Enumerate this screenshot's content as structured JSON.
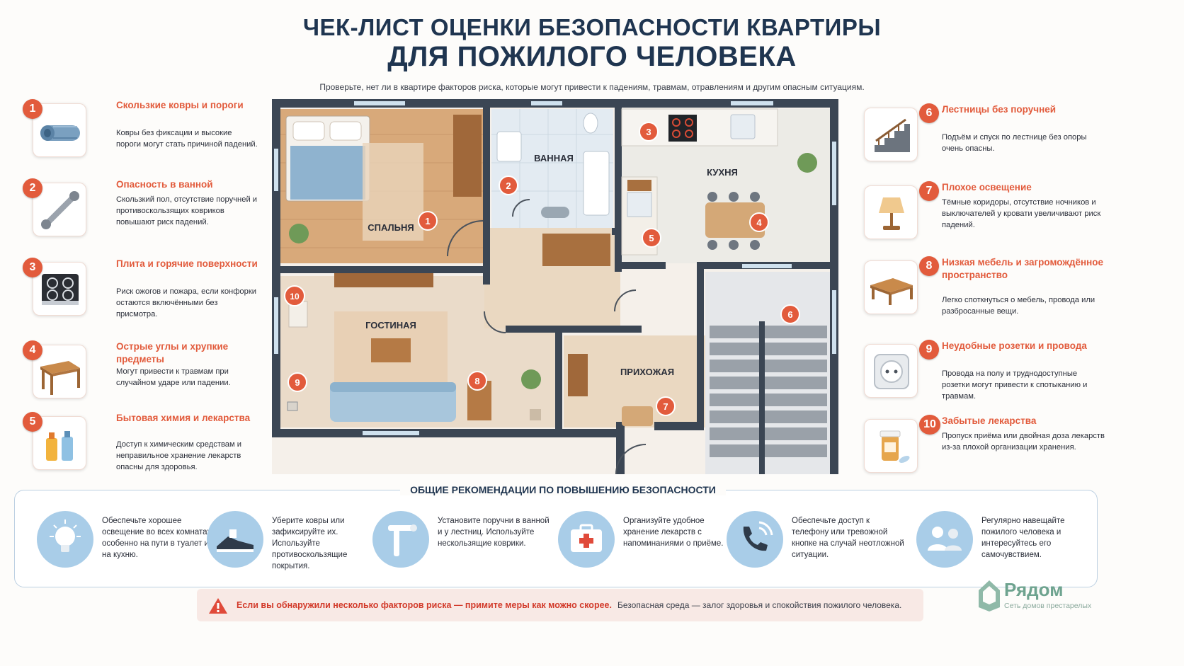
{
  "header": {
    "title_line1": "ЧЕК-ЛИСТ ОЦЕНКИ БЕЗОПАСНОСТИ КВАРТИРЫ",
    "title_line2": "ДЛЯ ПОЖИЛОГО ЧЕЛОВЕКА",
    "subtitle": "Проверьте, нет ли в квартире факторов риска, которые могут привести к падениям, травмам, отравлениям и другим опасным ситуациям."
  },
  "risks": [
    {
      "num": "1",
      "title": "Скользкие ковры и пороги",
      "desc": "Ковры без фиксации и высокие пороги могут стать причиной падений.",
      "icon": "rolled-rug-icon"
    },
    {
      "num": "2",
      "title": "Опасность в ванной",
      "desc": "Скользкий пол, отсутствие поручней и противоскользящих ковриков повышают риск падений.",
      "icon": "grab-bar-icon"
    },
    {
      "num": "3",
      "title": "Плита и горячие поверхности",
      "desc": "Риск ожогов и пожара, если конфорки остаются включёнными без присмотра.",
      "icon": "stove-icon"
    },
    {
      "num": "4",
      "title": "Острые углы и хрупкие предметы",
      "desc": "Могут привести к травмам при случайном ударе или падении.",
      "icon": "table-icon"
    },
    {
      "num": "5",
      "title": "Бытовая химия и лекарства",
      "desc": "Доступ к химическим средствам и неправильное хранение лекарств опасны для здоровья.",
      "icon": "chemicals-icon"
    },
    {
      "num": "6",
      "title": "Лестницы без поручней",
      "desc": "Подъём и спуск по лестнице без опоры очень опасны.",
      "icon": "stairs-icon"
    },
    {
      "num": "7",
      "title": "Плохое освещение",
      "desc": "Тёмные коридоры, отсутствие ночников и выключателей у кровати увеличивают риск падений.",
      "icon": "lamp-icon"
    },
    {
      "num": "8",
      "title": "Низкая мебель и загромождённое пространство",
      "desc": "Легко споткнуться о мебель, провода или разбросанные вещи.",
      "icon": "low-table-icon"
    },
    {
      "num": "9",
      "title": "Неудобные розетки и провода",
      "desc": "Провода на полу и труднодоступные розетки могут привести к спотыканию и травмам.",
      "icon": "socket-icon"
    },
    {
      "num": "10",
      "title": "Забытые лекарства",
      "desc": "Пропуск приёма или двойная доза лекарств из-за плохой организации хранения.",
      "icon": "pill-bottle-icon"
    }
  ],
  "plan": {
    "rooms": {
      "bedroom": "СПАЛЬНЯ",
      "bathroom": "ВАННАЯ",
      "kitchen": "КУХНЯ",
      "living": "ГОСТИНАЯ",
      "hall": "ПРИХОЖАЯ"
    },
    "markers": [
      "1",
      "2",
      "3",
      "4",
      "5",
      "6",
      "7",
      "8",
      "9",
      "10"
    ]
  },
  "recommendations": {
    "title": "ОБЩИЕ РЕКОМЕНДАЦИИ ПО ПОВЫШЕНИЮ БЕЗОПАСНОСТИ",
    "items": [
      {
        "text": "Обеспечьте хорошее освещение во всех комнатах, особенно на пути в туалет и на кухню.",
        "icon": "lightbulb-icon"
      },
      {
        "text": "Уберите ковры или зафиксируйте их. Используйте противоскользящие покрытия.",
        "icon": "shoe-icon"
      },
      {
        "text": "Установите поручни в ванной и у лестниц. Используйте нескользящие коврики.",
        "icon": "handrail-icon"
      },
      {
        "text": "Организуйте удобное хранение лекарств с напоминаниями о приёме.",
        "icon": "first-aid-icon"
      },
      {
        "text": "Обеспечьте доступ к телефону или тревожной кнопке на случай неотложной ситуации.",
        "icon": "phone-icon"
      },
      {
        "text": "Регулярно навещайте пожилого человека и интересуйтесь его самочувствием.",
        "icon": "people-icon"
      }
    ]
  },
  "footer": {
    "warning": "Если вы обнаружили несколько факторов риска — примите меры как можно скорее.",
    "note": "Безопасная среда — залог здоровья и спокойствия пожилого человека."
  },
  "brand": {
    "name": "Рядом",
    "tagline": "Сеть домов престарелых"
  },
  "colors": {
    "accent": "#e25b3c",
    "title": "#1f3550",
    "wall": "#3b4654",
    "icon_bg": "#a9cde8"
  }
}
